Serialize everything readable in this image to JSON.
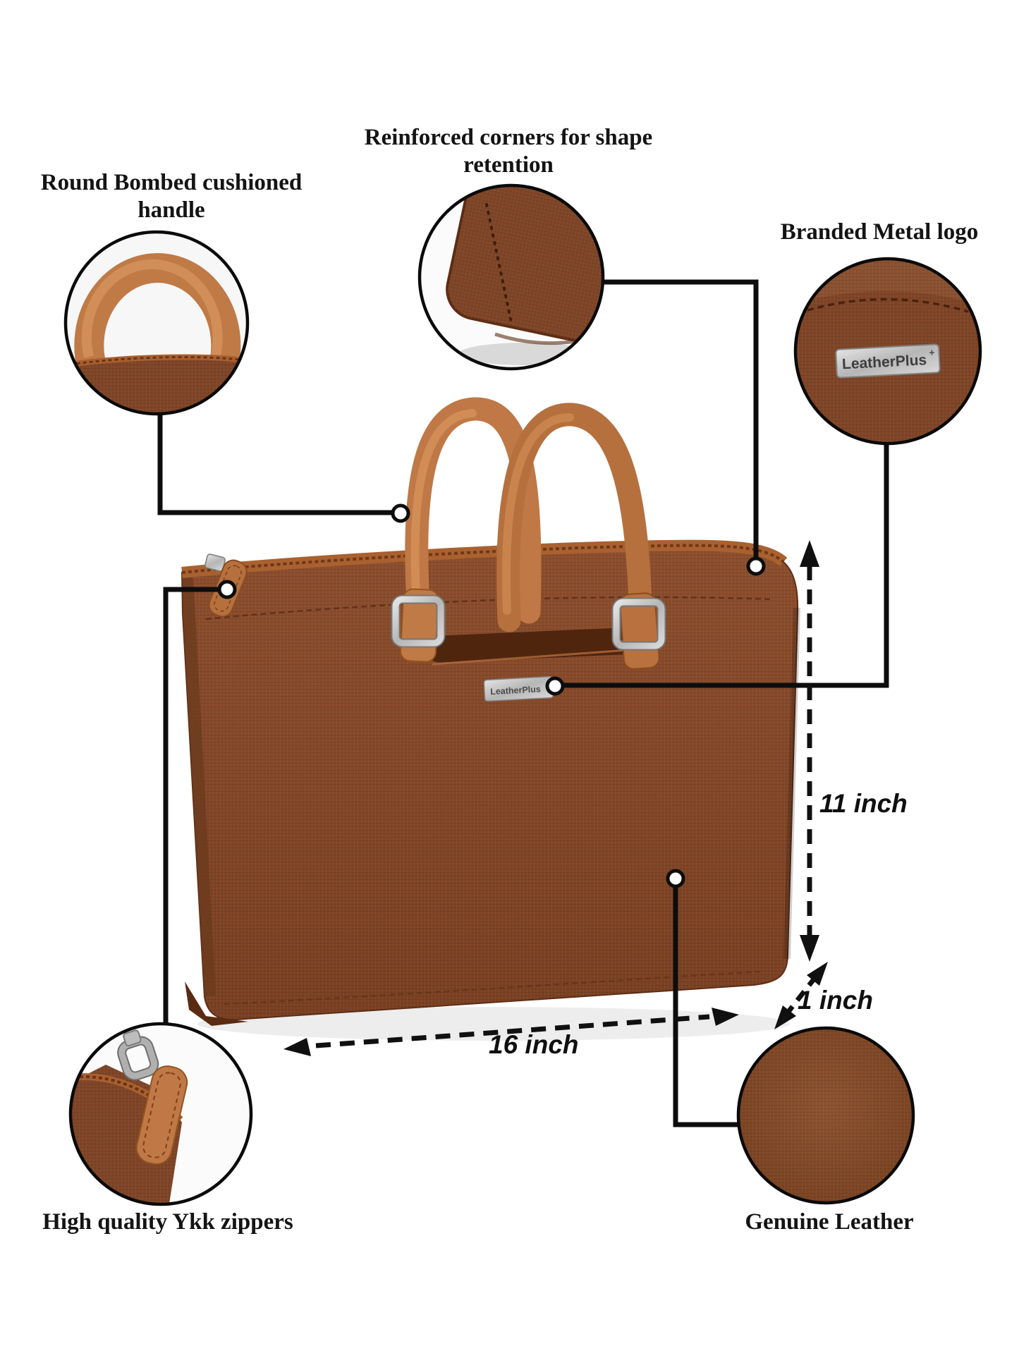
{
  "page": {
    "background": "#ffffff"
  },
  "brand": {
    "plate_text": "LeatherPlus",
    "plate_mark": "+"
  },
  "callouts": {
    "handle": {
      "label": "Round Bombed cushioned handle"
    },
    "corners": {
      "label": "Reinforced corners for shape retention"
    },
    "logo": {
      "label": "Branded Metal logo"
    },
    "zippers": {
      "label": "High quality Ykk zippers"
    },
    "leather": {
      "label": "Genuine Leather"
    }
  },
  "dimensions": {
    "height_label": "11 inch",
    "length_label": "16 inch",
    "depth_label": "1 inch"
  },
  "colors": {
    "leather": "#82462a",
    "leather_dark": "#5d2d14",
    "handle_tan": "#c07a46",
    "zipper_tape": "#a8602f",
    "metal": "#c6c6c6",
    "annotation_line": "#0d0d0d"
  }
}
